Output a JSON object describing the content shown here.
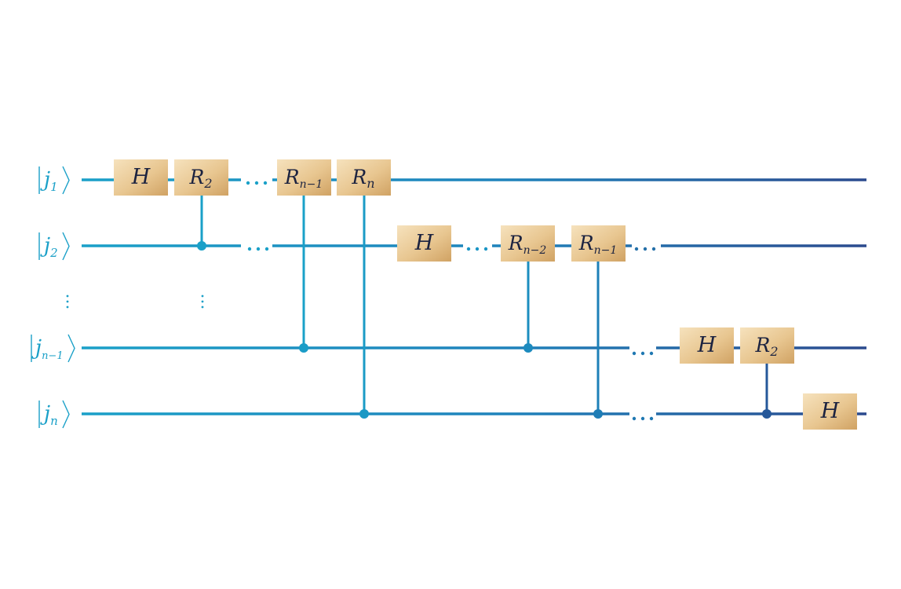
{
  "qubits": [
    {
      "label": "j",
      "sub": "1"
    },
    {
      "label": "j",
      "sub": "2"
    },
    {
      "label": "j",
      "sub": "n−1"
    },
    {
      "label": "j",
      "sub": "n"
    }
  ],
  "vertical_ellipsis": "⋮",
  "horizontal_ellipsis": "…",
  "gates": [
    {
      "name": "H",
      "sub": ""
    },
    {
      "name": "R",
      "sub": "2"
    },
    {
      "name": "R",
      "sub": "n−1"
    },
    {
      "name": "R",
      "sub": "n"
    },
    {
      "name": "H",
      "sub": ""
    },
    {
      "name": "R",
      "sub": "n−2"
    },
    {
      "name": "R",
      "sub": "n−1"
    },
    {
      "name": "H",
      "sub": ""
    },
    {
      "name": "R",
      "sub": "2"
    },
    {
      "name": "H",
      "sub": ""
    }
  ],
  "colors": {
    "wire_start": "#1aa0c8",
    "wire_end": "#2b4a8e",
    "gate_light": "#f3dcb2",
    "gate_dark": "#d4a868",
    "label": "#1aa0c8"
  }
}
